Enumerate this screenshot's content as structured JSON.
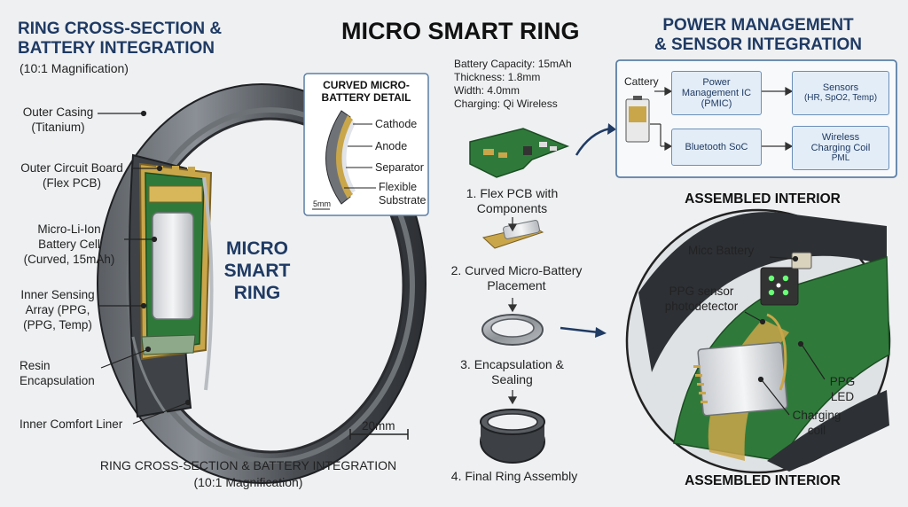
{
  "header": {
    "main_title": "MICRO SMART RING",
    "left_title_1": "RING CROSS-SECTION &",
    "left_title_2": "BATTERY INTEGRATION",
    "left_subtitle": "(10:1 Magnification)",
    "right_title_1": "POWER MANAGEMENT",
    "right_title_2": "& SENSOR INTEGRATION"
  },
  "ring": {
    "center_label_1": "MICRO",
    "center_label_2": "SMART",
    "center_label_3": "RING",
    "scale_label": "20mm",
    "caption_1": "RING CROSS-SECTION & BATTERY INTEGRATION",
    "caption_2": "(10:1 Magnification)",
    "callouts": [
      {
        "line1": "Outer Casing",
        "line2": "(Titanium)"
      },
      {
        "line1": "Outer Circuit Board",
        "line2": "(Flex PCB)"
      },
      {
        "line1": "Micro-Li-Ion",
        "line2": "Battery Cell",
        "line3": "(Curved, 15mAh)"
      },
      {
        "line1": "Inner Sensing",
        "line2": "Array (PPG,",
        "line3": "(PPG, Temp)"
      },
      {
        "line1": "Resin",
        "line2": "Encapsulation"
      },
      {
        "line1": "Inner Comfort Liner"
      }
    ]
  },
  "battery_detail": {
    "title_1": "CURVED MICRO-",
    "title_2": "BATTERY DETAIL",
    "labels": [
      "Cathode",
      "Anode",
      "Separator",
      "Flexible",
      "Substrate"
    ],
    "scale": "5mm"
  },
  "specs": {
    "capacity": "Battery Capacity: 15mAh",
    "thickness": "Thickness: 1.8mm",
    "width": "Width: 4.0mm",
    "charging": "Charging: Qi Wireless"
  },
  "steps": [
    {
      "line1": "1. Flex PCB with",
      "line2": "Components"
    },
    {
      "line1": "2. Curved Micro-Battery",
      "line2": "Placement"
    },
    {
      "line1": "3. Encapsulation &",
      "line2": "Sealing"
    },
    {
      "line1": "4. Final Ring Assembly"
    }
  ],
  "power_diagram": {
    "battery_label": "Cattery",
    "pmic_1": "Power",
    "pmic_2": "Management IC",
    "pmic_3": "(PMIC)",
    "sensors_1": "Sensors",
    "sensors_2": "(HR, SpO2, Temp)",
    "bluetooth": "Bluetooth SoC",
    "wireless_1": "Wireless",
    "wireless_2": "Charging Coil",
    "wireless_3": "PML"
  },
  "assembled": {
    "title_top": "ASSEMBLED INTERIOR",
    "title_bottom": "ASSEMBLED INTERIOR",
    "labels": {
      "battery": "Micc Battery",
      "ppg_sensor_1": "PPG sensor",
      "ppg_sensor_2": "photodetector",
      "ppg_led_1": "PPG",
      "ppg_led_2": "LED",
      "coil_1": "Charging",
      "coil_2": "coil"
    }
  },
  "colors": {
    "title_blue": "#1f3a63",
    "ring_dark": "#3d4044",
    "pcb_green": "#2f7a3a",
    "battery_gold": "#c9a64a",
    "box_fill": "#e3edf7",
    "box_border": "#6b8fb8"
  }
}
